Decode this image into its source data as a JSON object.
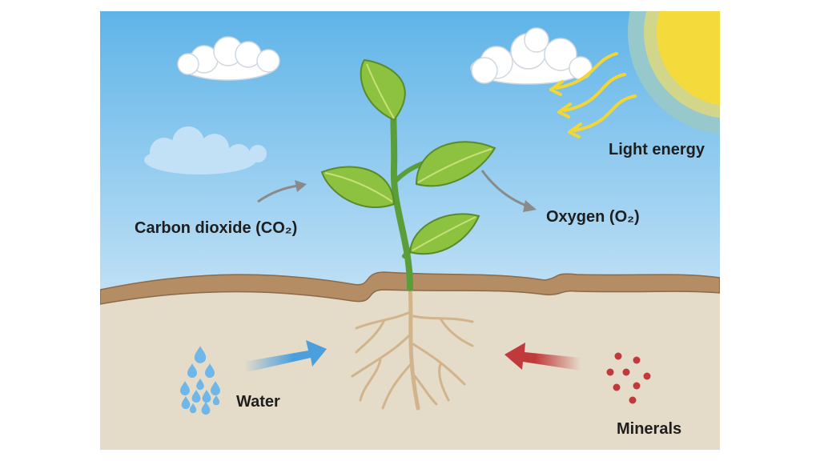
{
  "labels": {
    "light": "Light energy",
    "co2": "Carbon dioxide (CO₂)",
    "oxygen": "Oxygen (O₂)",
    "water": "Water",
    "minerals": "Minerals"
  },
  "colors": {
    "sky_top": "#5fb4e8",
    "sky_bottom": "#c4e2f6",
    "soil": "#e4dbc9",
    "soil_band": "#b58d64",
    "sun": "#f5da3c",
    "leaf": "#8cc23f",
    "stem": "#5a9e3a",
    "root": "#d2b48c",
    "water_arrow": "#4a9fdc",
    "mineral_arrow": "#c0393b",
    "gray_arrow": "#8a8a8a",
    "light_arrow": "#f4d632"
  }
}
